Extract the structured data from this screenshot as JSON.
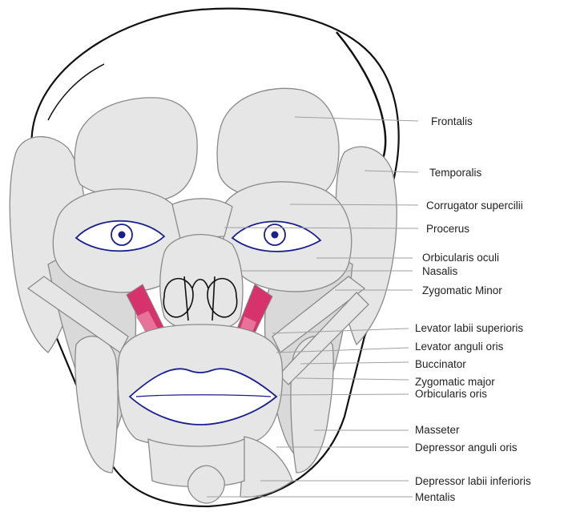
{
  "colors": {
    "muscle_fill": "#e6e6e6",
    "muscle_stroke": "#8a8a8a",
    "outline": "#111111",
    "highlight": "#d6336c",
    "highlight_light": "#e7739b",
    "feature_line": "#1b1f8c"
  },
  "labels": [
    {
      "id": "frontalis",
      "text": "Frontalis"
    },
    {
      "id": "temporalis",
      "text": "Temporalis"
    },
    {
      "id": "corrugator",
      "text": "Corrugator supercilii"
    },
    {
      "id": "procerus",
      "text": "Procerus"
    },
    {
      "id": "orbicularis-oculi",
      "text": "Orbicularis oculi"
    },
    {
      "id": "nasalis",
      "text": "Nasalis"
    },
    {
      "id": "zygomatic-minor",
      "text": "Zygomatic Minor"
    },
    {
      "id": "levator-labii",
      "text": "Levator labii superioris"
    },
    {
      "id": "levator-anguli",
      "text": "Levator anguli oris"
    },
    {
      "id": "buccinator",
      "text": "Buccinator"
    },
    {
      "id": "zygomatic-major",
      "text": "Zygomatic major"
    },
    {
      "id": "orbicularis-oris",
      "text": "Orbicularis oris"
    },
    {
      "id": "masseter",
      "text": "Masseter"
    },
    {
      "id": "depressor-anguli",
      "text": "Depressor anguli oris"
    },
    {
      "id": "depressor-labii",
      "text": "Depressor labii inferioris"
    },
    {
      "id": "mentalis",
      "text": "Mentalis"
    }
  ]
}
